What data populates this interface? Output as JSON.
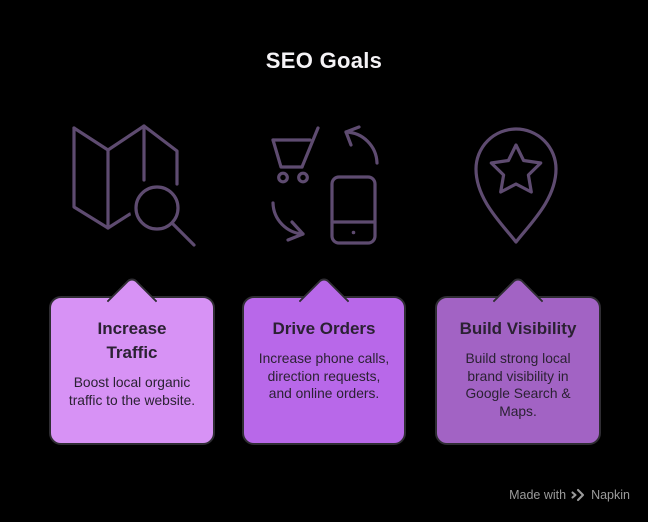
{
  "page": {
    "title": "SEO Goals"
  },
  "colors": {
    "background": "#000000",
    "title_color": "#f5f3f6",
    "icon_stroke": "#5e4b70",
    "card_border": "#2f2d33",
    "card_text": "#2b2133",
    "footer_text": "#9b9b9b"
  },
  "cards": [
    {
      "icon": "map-search-icon",
      "title": "Increase\nTraffic",
      "body": "Boost local organic\ntraffic to the website.",
      "fill": "#d792f5"
    },
    {
      "icon": "cart-phone-cycle-icon",
      "title": "Drive Orders",
      "body": "Increase phone calls,\ndirection requests,\nand online orders.",
      "fill": "#b868e9"
    },
    {
      "icon": "location-star-pin-icon",
      "title": "Build Visibility",
      "body": "Build strong local\nbrand visibility in\nGoogle Search &\nMaps.",
      "fill": "#a263c4"
    }
  ],
  "footer": {
    "made_with": "Made with",
    "brand": "Napkin"
  }
}
